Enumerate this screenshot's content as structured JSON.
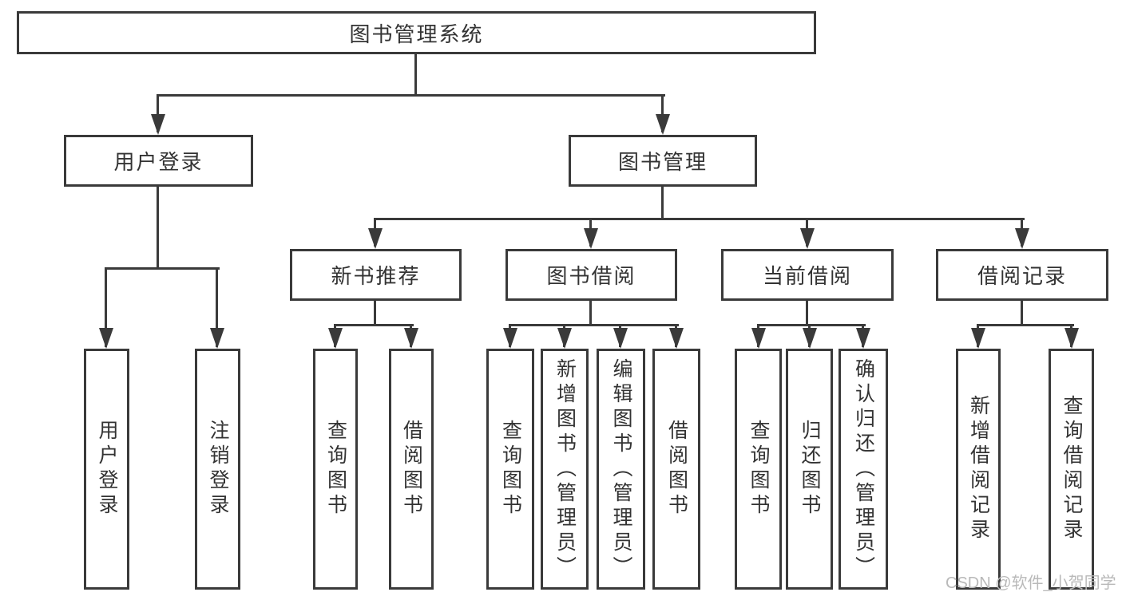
{
  "diagram_type": "hierarchy-tree",
  "tree": {
    "label": "图书管理系统",
    "children": [
      {
        "label": "用户登录",
        "children": [
          {
            "label": "用户登录"
          },
          {
            "label": "注销登录"
          }
        ]
      },
      {
        "label": "图书管理",
        "children": [
          {
            "label": "新书推荐",
            "children": [
              {
                "label": "查询图书"
              },
              {
                "label": "借阅图书"
              }
            ]
          },
          {
            "label": "图书借阅",
            "children": [
              {
                "label": "查询图书"
              },
              {
                "label": "新增图书（管理员）"
              },
              {
                "label": "编辑图书（管理员）"
              },
              {
                "label": "借阅图书"
              }
            ]
          },
          {
            "label": "当前借阅",
            "children": [
              {
                "label": "查询图书"
              },
              {
                "label": "归还图书"
              },
              {
                "label": "确认归还（管理员）"
              }
            ]
          },
          {
            "label": "借阅记录",
            "children": [
              {
                "label": "新增借阅记录"
              },
              {
                "label": "查询借阅记录"
              }
            ]
          }
        ]
      }
    ]
  },
  "watermark": {
    "text": "CSDN @软件_小贺同学"
  },
  "colors": {
    "line": "#3a3a3a",
    "text": "#333333",
    "box_background": "#ffffff",
    "page_background": "#ffffff",
    "watermark": "#b9b9b9"
  }
}
